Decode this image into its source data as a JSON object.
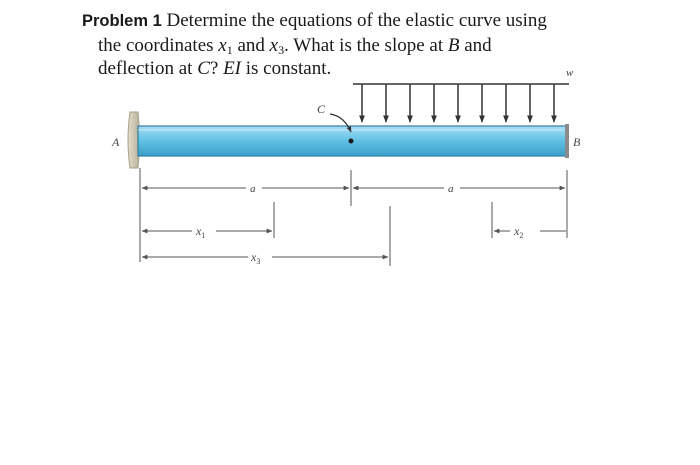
{
  "problem": {
    "label": "Problem 1",
    "l1": "Determine the equations of the elastic curve using",
    "l2a": "the coordinates ",
    "x1_var": "x",
    "x1_sub": "1",
    "l2b": " and ",
    "x3_var": "x",
    "x3_sub": "3",
    "l2c": ". What is the slope at ",
    "B_var": "B",
    "l2d": " and",
    "l3a": "deflection at ",
    "C_var": "C",
    "l3b": "? ",
    "EI_var": "EI",
    "l3c": " is constant."
  },
  "figure": {
    "label_w": "w",
    "label_A": "A",
    "label_B": "B",
    "label_C": "C",
    "label_a_left": "a",
    "label_a_right": "a",
    "label_x1": "x",
    "label_x1_sub": "1",
    "label_x2": "x",
    "label_x2_sub": "2",
    "label_x3": "x",
    "label_x3_sub": "3",
    "colors": {
      "beam": "#5fc0e4",
      "beam_edge": "#2f7fa3",
      "wall": "#c9c1ad",
      "support": "#8a8a8a",
      "arrow": "#333333",
      "dim": "#555555"
    }
  }
}
